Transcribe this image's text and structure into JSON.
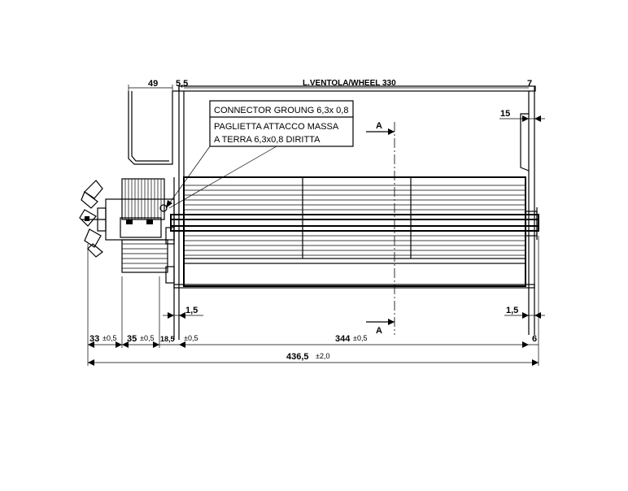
{
  "title_dim": "L.VENTOLA/WHEEL 330",
  "dims": {
    "d49": "49",
    "d5_5": "5,5",
    "d7": "7",
    "d15": "15",
    "d1_5_left": "1,5",
    "d1_5_right": "1,5",
    "d33": "33",
    "d33_tol": "±0,5",
    "d35": "35",
    "d35_tol": "±0,5",
    "d18_5": "18,5",
    "d18_5_tol": "±0,5",
    "d344": "344",
    "d344_tol": "±0,5",
    "d6": "6",
    "d436": "436,5",
    "d436_tol": "±2,0"
  },
  "section": {
    "top_label": "A",
    "bottom_label": "A"
  },
  "note": {
    "line1": "CONNECTOR GROUNG 6,3x 0,8",
    "line2": "PAGLIETTA ATTACCO MASSA",
    "line3": "A TERRA 6,3x0,8 DIRITTA"
  }
}
